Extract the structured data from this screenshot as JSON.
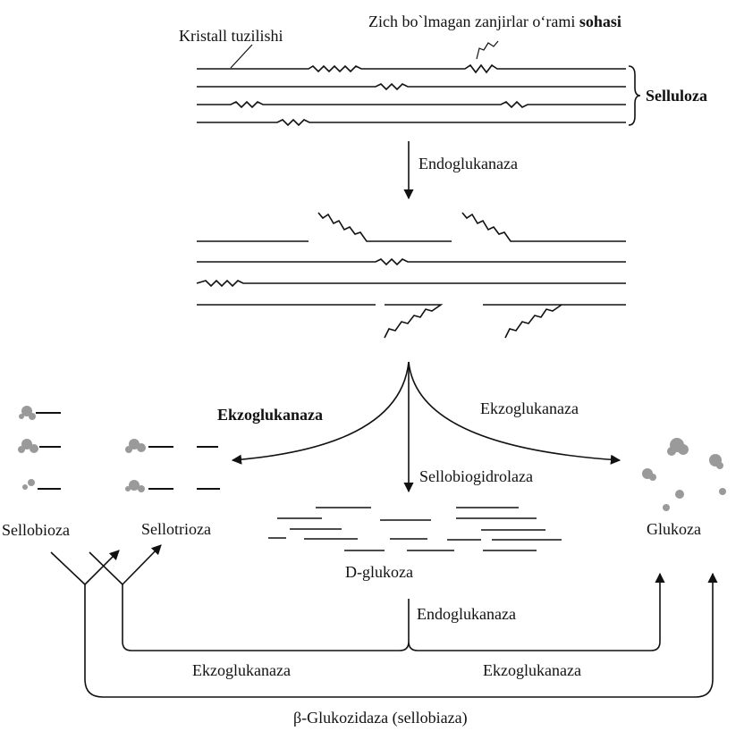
{
  "labels": {
    "crystal": "Kristall tuzilishi",
    "amorphous": "Zich bo`lmagan zanjirlar o‘rami",
    "amorphous_bold": "sohasi",
    "cellulose": "Selluloza",
    "endo_top": "Endoglukanaza",
    "exo_left": "Ekzoglukanaza",
    "exo_right": "Ekzoglukanaza",
    "cellobiohydrolase": "Sellobiogidrolaza",
    "cellobiose": "Sellobioza",
    "cellotriose": "Sellotrioza",
    "glucose": "Glukoza",
    "d_glucose": "D-glukoza",
    "endo_bottom": "Endoglukanaza",
    "exo_bottom_left": "Ekzoglukanaza",
    "exo_bottom_right": "Ekzoglukanaza",
    "beta_glucosidase": "β-Glukozidaza (sellobiaza)"
  },
  "colors": {
    "ink": "#111111",
    "speckle": "#9a9a9a"
  }
}
